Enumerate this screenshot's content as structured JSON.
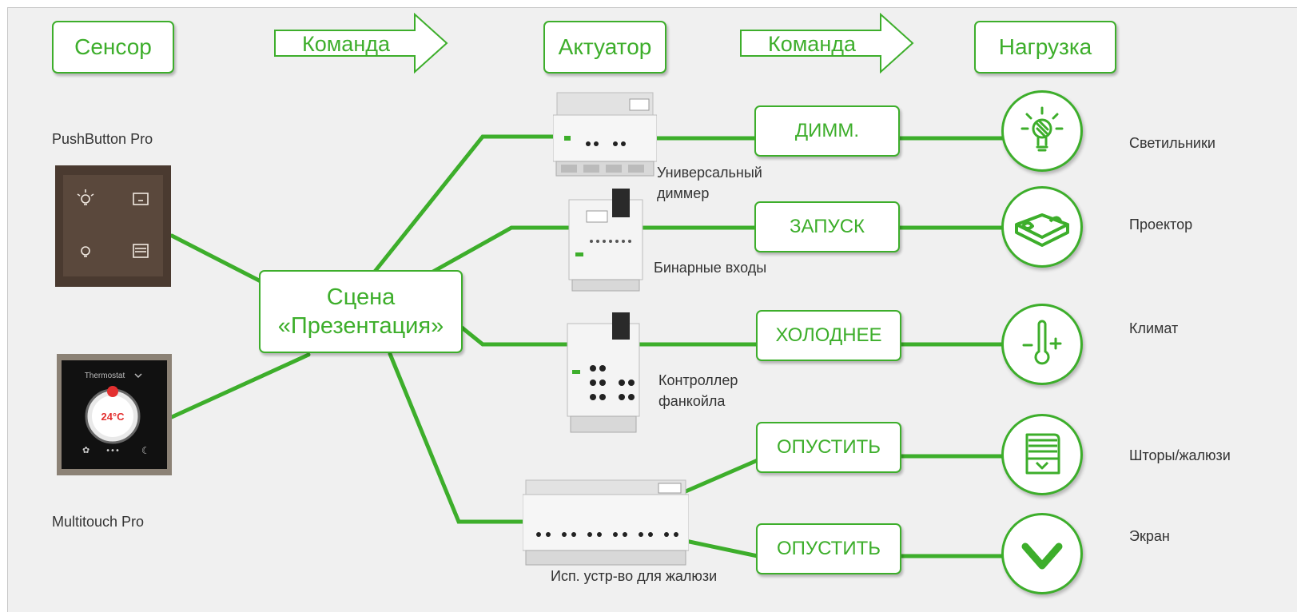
{
  "header": {
    "sensor": "Сенсор",
    "command1": "Команда",
    "actuator": "Актуатор",
    "command2": "Команда",
    "load": "Нагрузка"
  },
  "sensors": [
    {
      "label": "PushButton Pro"
    },
    {
      "label": "Multitouch Pro",
      "screen_title": "Thermostat",
      "temperature": "24°C"
    }
  ],
  "scene": {
    "line1": "Сцена",
    "line2": "«Презентация»"
  },
  "actuators": [
    {
      "label_line1": "Универсальный",
      "label_line2": "диммер"
    },
    {
      "label_line1": "Бинарные входы"
    },
    {
      "label_line1": "Контроллер",
      "label_line2": "фанкойла"
    },
    {
      "label_line1": "Исп. устр-во для жалюзи"
    }
  ],
  "commands": [
    "ДИММ.",
    "ЗАПУСК",
    "ХОЛОДНЕЕ",
    "ОПУСТИТЬ",
    "ОПУСТИТЬ"
  ],
  "loads": [
    {
      "label": "Светильники",
      "icon": "lightbulb-icon"
    },
    {
      "label": "Проектор",
      "icon": "projector-icon"
    },
    {
      "label": "Климат",
      "icon": "thermometer-icon"
    },
    {
      "label": "Шторы/жалюзи",
      "icon": "blinds-icon"
    },
    {
      "label": "Экран",
      "icon": "screen-down-icon"
    }
  ],
  "colors": {
    "accent": "#3dae2b",
    "background": "#f0f0f0",
    "text": "#333333"
  }
}
